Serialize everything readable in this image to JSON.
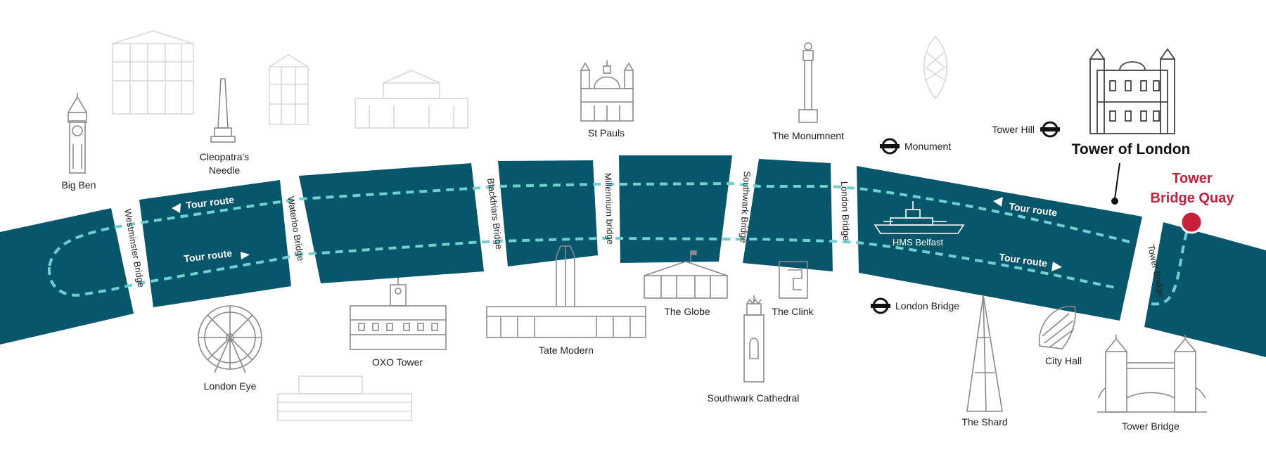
{
  "colors": {
    "river": "#07566b",
    "route": "#6fd0d2",
    "quay_marker": "#c8203a",
    "landmark_stroke": "#8a8a8a"
  },
  "bridges": {
    "westminster": "Westminster Bridge",
    "waterloo": "Waterloo Bridge",
    "blackfriars": "Blackfriars Bridge",
    "millennium": "Millennium bridge",
    "southwark": "Southwark Bridge",
    "london": "London Bridge",
    "tower": "Tower Bridge"
  },
  "route_labels": {
    "upper_left": "Tour route",
    "lower_left": "Tour route",
    "upper_right": "Tour route",
    "lower_right": "Tour route"
  },
  "landmarks": {
    "big_ben": "Big Ben",
    "cleopatra_line1": "Cleopatra's",
    "cleopatra_line2": "Needle",
    "st_pauls": "St Pauls",
    "monument": "The Monumnent",
    "london_eye": "London Eye",
    "oxo_tower": "OXO Tower",
    "tate_modern": "Tate Modern",
    "the_globe": "The Globe",
    "the_clink": "The Clink",
    "southwark_cathedral": "Southwark Cathedral",
    "hms_belfast": "HMS Belfast",
    "the_shard": "The Shard",
    "city_hall": "City Hall",
    "tower_bridge": "Tower Bridge",
    "tower_of_london": "Tower of London",
    "quay_line1": "Tower",
    "quay_line2": "Bridge Quay"
  },
  "stations": {
    "tower_hill": "Tower Hill",
    "monument": "Monument",
    "london_bridge": "London Bridge"
  },
  "icons": {
    "underground": "underground-roundel-icon",
    "direction_left": "triangle-left-icon",
    "direction_right": "triangle-right-icon"
  }
}
